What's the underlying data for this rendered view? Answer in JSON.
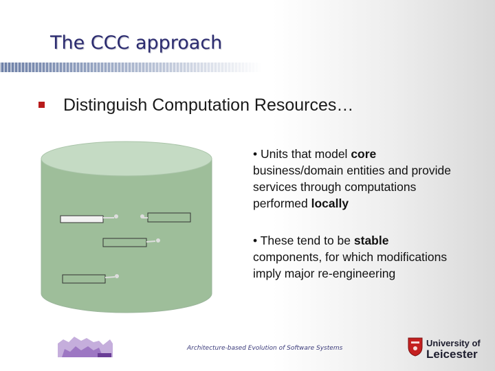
{
  "slide": {
    "title": "The CCC approach",
    "bullet": "Distinguish Computation Resources…",
    "desc1": {
      "pre": "• Units that model ",
      "b1": "core",
      "mid": " business/domain entities and provide services through computations performed ",
      "b2": "locally"
    },
    "desc2": {
      "pre": "• These tend to be ",
      "b1": "stable",
      "post": " components, for which modifications imply major re-engineering"
    },
    "footer": "Architecture-based Evolution of Software Systems",
    "university": {
      "line1": "University of",
      "line2": "Leicester"
    }
  },
  "colors": {
    "title": "#2b2b6f",
    "bullet": "#b81b1b",
    "cylinder": "#9ebe9a",
    "cylinder_top": "#c5dbc4"
  },
  "icons": {
    "left_logo": "castle-logo",
    "right_logo": "university-crest-icon"
  }
}
